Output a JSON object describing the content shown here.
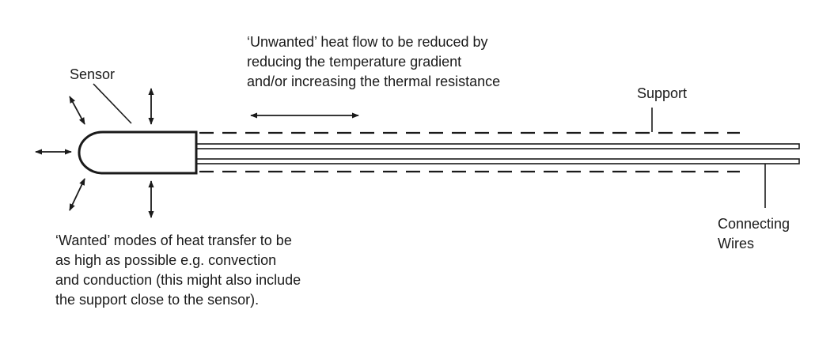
{
  "diagram": {
    "sensor_label": "Sensor",
    "support_label": "Support",
    "connecting_wires_label": [
      "Connecting",
      "Wires"
    ],
    "unwanted_note": [
      "‘Unwanted’ heat flow to be reduced by",
      "reducing the temperature gradient",
      "and/or increasing the thermal resistance"
    ],
    "wanted_note": [
      "‘Wanted’ modes of heat transfer to be",
      "as high as possible e.g. convection",
      "and conduction (this might also include",
      "the support close to the sensor)."
    ],
    "colors": {
      "ink": "#1a1a1a",
      "background": "#ffffff"
    }
  }
}
